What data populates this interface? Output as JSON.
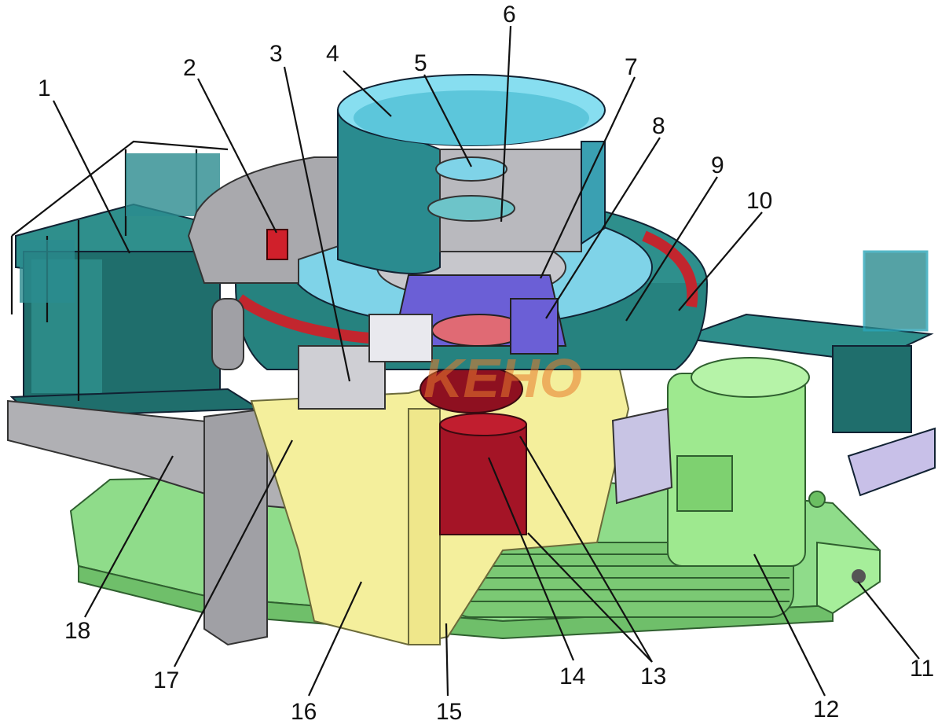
{
  "colors": {
    "teal": "#2e8f8c",
    "teal_dark": "#1f6e6c",
    "cyan": "#7fd3e8",
    "gray": "#a9a9ad",
    "gray_dark": "#7b7b80",
    "red": "#c2262e",
    "dark_red": "#8e1020",
    "yellow": "#f4ef9c",
    "green": "#92e08d",
    "light_green": "#a6ee9a",
    "purple": "#6b5fd6",
    "watermark": "#e87b2d"
  },
  "watermark": {
    "text": "KEHO"
  },
  "callouts": [
    "1",
    "2",
    "3",
    "4",
    "5",
    "6",
    "7",
    "8",
    "9",
    "10",
    "11",
    "12",
    "13",
    "14",
    "15",
    "16",
    "17",
    "18"
  ]
}
